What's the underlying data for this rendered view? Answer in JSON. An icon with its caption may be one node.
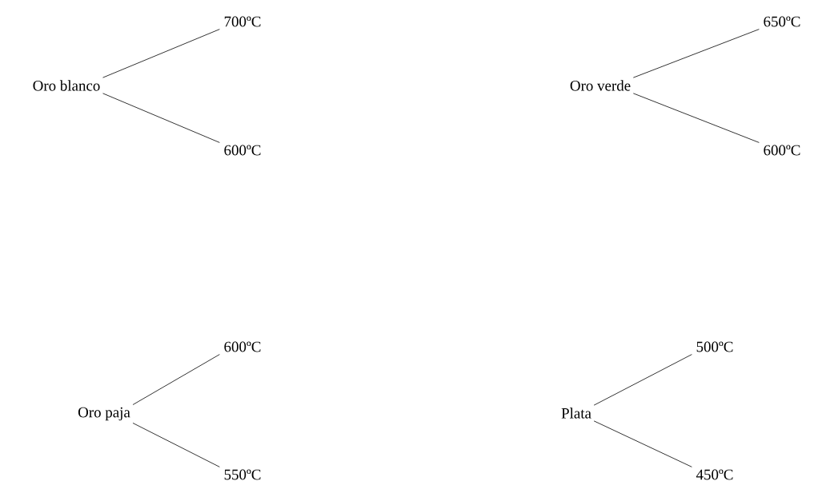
{
  "diagram": {
    "nodes": [
      {
        "text": [
          "Oro blanco"
        ]
      },
      {
        "text": [
          "700ºC"
        ]
      },
      {
        "text": [
          "600ºC"
        ]
      },
      {
        "text": [
          "Oro verde"
        ]
      },
      {
        "text": [
          "650ºC"
        ]
      },
      {
        "text": [
          "600ºC"
        ]
      },
      {
        "text": [
          "Oro paja"
        ]
      },
      {
        "text": [
          "600ºC"
        ]
      },
      {
        "text": [
          "550ºC"
        ]
      },
      {
        "text": [
          "Plata"
        ]
      },
      {
        "text": [
          "500ºC"
        ]
      },
      {
        "text": [
          "450ºC"
        ]
      }
    ],
    "edges": [
      {
        "from": 0,
        "to": 1,
        "arrow": "none"
      },
      {
        "from": 0,
        "to": 2,
        "arrow": "none"
      },
      {
        "from": 3,
        "to": 4,
        "arrow": "none"
      },
      {
        "from": 3,
        "to": 5,
        "arrow": "none"
      },
      {
        "from": 6,
        "to": 7,
        "arrow": "none"
      },
      {
        "from": 6,
        "to": 8,
        "arrow": "none"
      },
      {
        "from": 9,
        "to": 10,
        "arrow": "none"
      },
      {
        "from": 9,
        "to": 11,
        "arrow": "none"
      }
    ]
  }
}
